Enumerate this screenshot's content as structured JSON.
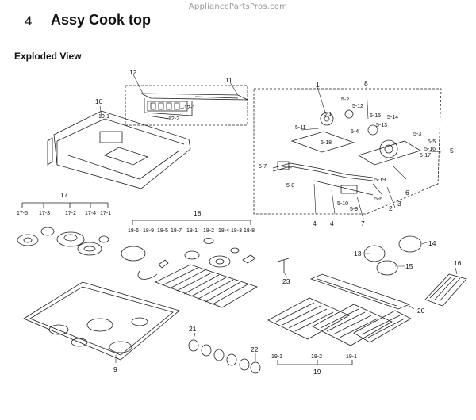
{
  "watermark": "AppliancePartsPros.com",
  "section": {
    "number": "4",
    "title": "Assy Cook top"
  },
  "subtitle": "Exploded View",
  "callouts": [
    {
      "id": "12",
      "label": "12"
    },
    {
      "id": "11",
      "label": "11"
    },
    {
      "id": "12-1",
      "label": "12-1"
    },
    {
      "id": "12-2",
      "label": "12-2"
    },
    {
      "id": "10",
      "label": "10"
    },
    {
      "id": "10-1",
      "label": "10-1"
    },
    {
      "id": "1",
      "label": "1"
    },
    {
      "id": "8",
      "label": "8"
    },
    {
      "id": "5-2",
      "label": "5-2"
    },
    {
      "id": "5-12",
      "label": "5-12"
    },
    {
      "id": "5-1",
      "label": "5-1"
    },
    {
      "id": "5-15",
      "label": "5-15"
    },
    {
      "id": "5-14",
      "label": "5-14"
    },
    {
      "id": "5-13",
      "label": "5-13"
    },
    {
      "id": "5-11",
      "label": "5-11"
    },
    {
      "id": "5-4",
      "label": "5-4"
    },
    {
      "id": "5-3",
      "label": "5-3"
    },
    {
      "id": "5-18",
      "label": "5-18"
    },
    {
      "id": "5-5",
      "label": "5-5"
    },
    {
      "id": "5-16",
      "label": "5-16"
    },
    {
      "id": "5",
      "label": "5"
    },
    {
      "id": "5-17",
      "label": "5-17"
    },
    {
      "id": "5-7",
      "label": "5-7"
    },
    {
      "id": "5-8",
      "label": "5-8"
    },
    {
      "id": "5-19",
      "label": "5-19"
    },
    {
      "id": "6",
      "label": "6"
    },
    {
      "id": "5-6",
      "label": "5-6"
    },
    {
      "id": "5-10",
      "label": "5-10"
    },
    {
      "id": "5-9",
      "label": "5-9"
    },
    {
      "id": "2",
      "label": "2"
    },
    {
      "id": "3",
      "label": "3"
    },
    {
      "id": "4a",
      "label": "4"
    },
    {
      "id": "4b",
      "label": "4"
    },
    {
      "id": "7",
      "label": "7"
    },
    {
      "id": "17",
      "label": "17"
    },
    {
      "id": "17-5",
      "label": "17-5"
    },
    {
      "id": "17-3",
      "label": "17-3"
    },
    {
      "id": "17-2",
      "label": "17-2"
    },
    {
      "id": "17-4",
      "label": "17-4"
    },
    {
      "id": "17-1",
      "label": "17-1"
    },
    {
      "id": "18",
      "label": "18"
    },
    {
      "id": "18-6",
      "label": "18-6"
    },
    {
      "id": "18-9",
      "label": "18-9"
    },
    {
      "id": "18-5",
      "label": "18-5"
    },
    {
      "id": "18-7",
      "label": "18-7"
    },
    {
      "id": "18-1",
      "label": "18-1"
    },
    {
      "id": "18-2",
      "label": "18-2"
    },
    {
      "id": "18-4",
      "label": "18-4"
    },
    {
      "id": "18-3",
      "label": "18-3"
    },
    {
      "id": "18-8",
      "label": "18-8"
    },
    {
      "id": "13",
      "label": "13"
    },
    {
      "id": "14",
      "label": "14"
    },
    {
      "id": "15",
      "label": "15"
    },
    {
      "id": "16",
      "label": "16"
    },
    {
      "id": "23",
      "label": "23"
    },
    {
      "id": "20",
      "label": "20"
    },
    {
      "id": "9",
      "label": "9"
    },
    {
      "id": "21",
      "label": "21"
    },
    {
      "id": "22",
      "label": "22"
    },
    {
      "id": "19-1a",
      "label": "19-1"
    },
    {
      "id": "19-2",
      "label": "19-2"
    },
    {
      "id": "19-1b",
      "label": "19-1"
    },
    {
      "id": "19",
      "label": "19"
    }
  ]
}
